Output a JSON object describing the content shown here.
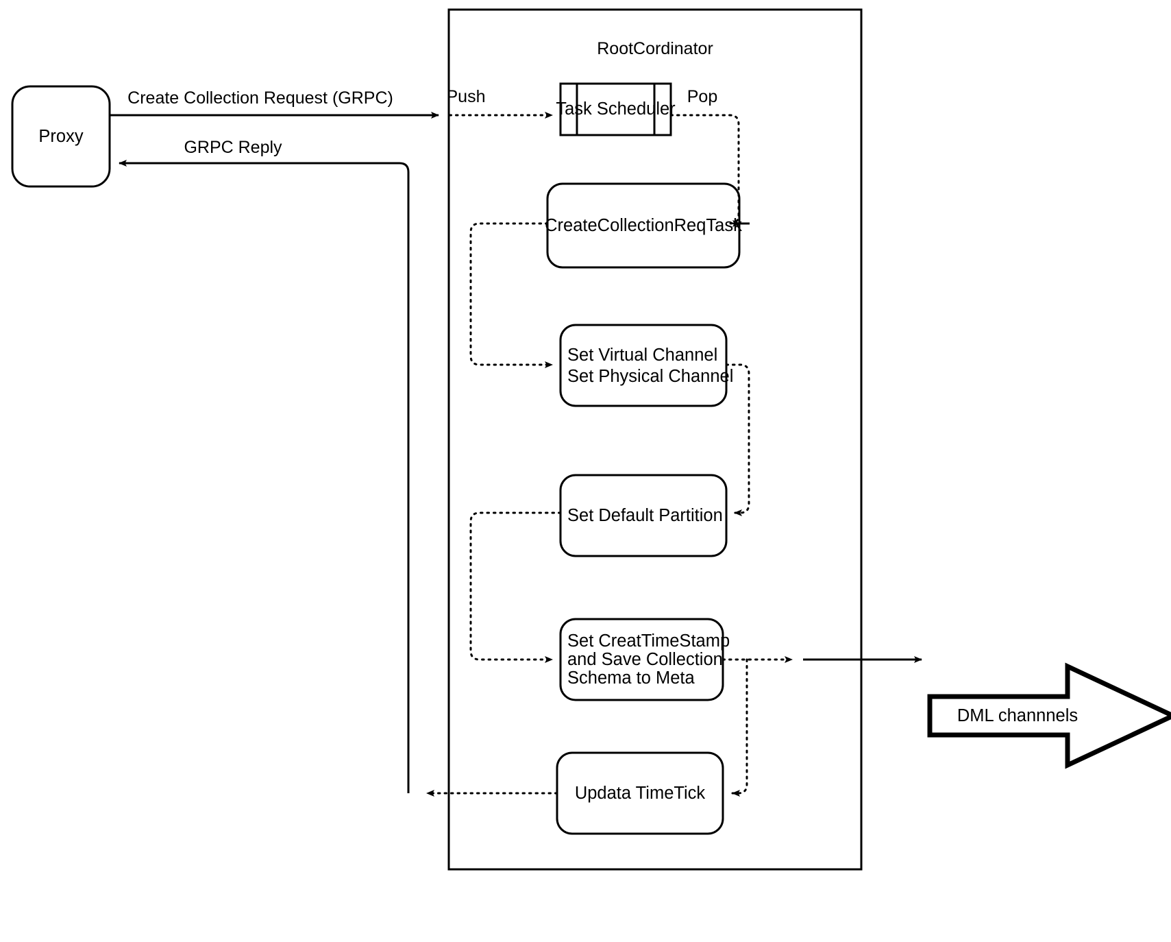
{
  "diagram": {
    "title": "RootCordinator",
    "container_label": "RootCordinator",
    "stroke_color": "#000000",
    "fill_color": "#ffffff",
    "nodes": {
      "proxy": "Proxy",
      "task_scheduler": "Task Scheduler",
      "create_collection_req_task": "CreateCollectionReqTask",
      "set_channels_line1": "Set Virtual Channel",
      "set_channels_line2": "Set Physical Channel",
      "set_default_partition": "Set Default Partition",
      "set_timestamp_line1": "Set CreatTimeStamp",
      "set_timestamp_line2": "and Save Collection",
      "set_timestamp_line3": "Schema to Meta",
      "update_timetick": "Updata TimeTick",
      "dml_channels": "DML channnels"
    },
    "edge_labels": {
      "create_collection_request": "Create Collection Request (GRPC)",
      "grpc_reply": "GRPC Reply",
      "push": "Push",
      "pop": "Pop"
    }
  }
}
